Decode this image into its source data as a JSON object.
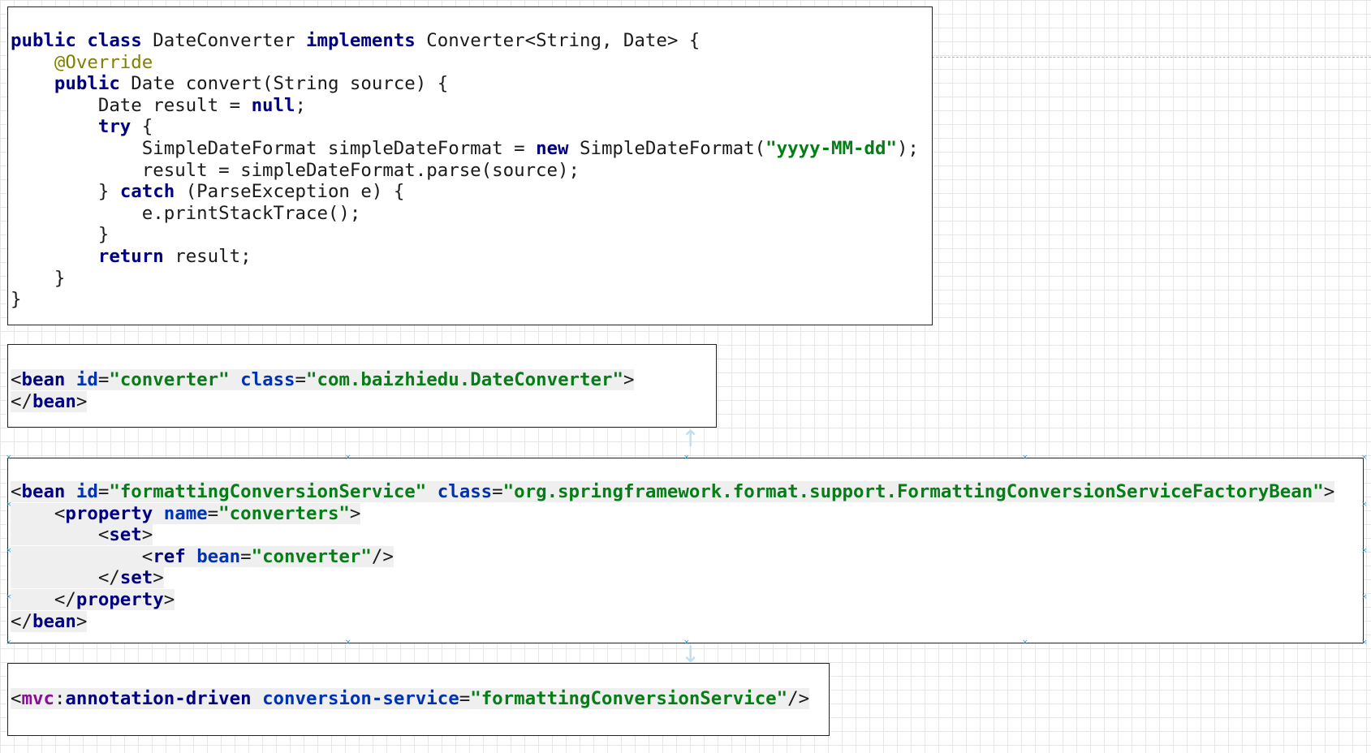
{
  "java_panel": {
    "lines": [
      [
        {
          "t": "public class",
          "c": "kw"
        },
        {
          "t": " DateConverter ",
          "c": "plain"
        },
        {
          "t": "implements",
          "c": "kw"
        },
        {
          "t": " Converter<String, Date> {",
          "c": "plain"
        }
      ],
      [
        {
          "t": "    ",
          "c": "plain"
        },
        {
          "t": "@Override",
          "c": "ann"
        }
      ],
      [
        {
          "t": "    ",
          "c": "plain"
        },
        {
          "t": "public",
          "c": "kw"
        },
        {
          "t": " Date convert(String source) {",
          "c": "plain"
        }
      ],
      [
        {
          "t": "        Date result = ",
          "c": "plain"
        },
        {
          "t": "null",
          "c": "kw"
        },
        {
          "t": ";",
          "c": "plain"
        }
      ],
      [
        {
          "t": "        ",
          "c": "plain"
        },
        {
          "t": "try",
          "c": "kw"
        },
        {
          "t": " {",
          "c": "plain"
        }
      ],
      [
        {
          "t": "            SimpleDateFormat simpleDateFormat = ",
          "c": "plain"
        },
        {
          "t": "new",
          "c": "kw"
        },
        {
          "t": " SimpleDateFormat(",
          "c": "plain"
        },
        {
          "t": "\"yyyy-MM-dd\"",
          "c": "str"
        },
        {
          "t": ");",
          "c": "plain"
        }
      ],
      [
        {
          "t": "            result = simpleDateFormat.parse(source);",
          "c": "plain"
        }
      ],
      [
        {
          "t": "        } ",
          "c": "plain"
        },
        {
          "t": "catch",
          "c": "kw"
        },
        {
          "t": " (ParseException e) {",
          "c": "plain"
        }
      ],
      [
        {
          "t": "            e.printStackTrace();",
          "c": "plain"
        }
      ],
      [
        {
          "t": "        }",
          "c": "plain"
        }
      ],
      [
        {
          "t": "        ",
          "c": "plain"
        },
        {
          "t": "return",
          "c": "kw"
        },
        {
          "t": " result;",
          "c": "plain"
        }
      ],
      [
        {
          "t": "    }",
          "c": "plain"
        }
      ],
      [
        {
          "t": "}",
          "c": "plain"
        }
      ]
    ]
  },
  "bean_panel": {
    "lines": [
      [
        {
          "t": "<",
          "c": "plain"
        },
        {
          "t": "bean",
          "c": "tag"
        },
        {
          "t": " ",
          "c": "plain"
        },
        {
          "t": "id",
          "c": "attr"
        },
        {
          "t": "=",
          "c": "plain"
        },
        {
          "t": "\"converter\"",
          "c": "str"
        },
        {
          "t": " ",
          "c": "plain"
        },
        {
          "t": "class",
          "c": "attr"
        },
        {
          "t": "=",
          "c": "plain"
        },
        {
          "t": "\"com.baizhiedu.DateConverter\"",
          "c": "str"
        },
        {
          "t": ">",
          "c": "plain"
        }
      ],
      [
        {
          "t": "</",
          "c": "plain"
        },
        {
          "t": "bean",
          "c": "tag"
        },
        {
          "t": ">",
          "c": "plain"
        }
      ]
    ]
  },
  "conversion_panel": {
    "lines": [
      [
        {
          "t": "<",
          "c": "plain"
        },
        {
          "t": "bean",
          "c": "tag"
        },
        {
          "t": " ",
          "c": "plain"
        },
        {
          "t": "id",
          "c": "attr"
        },
        {
          "t": "=",
          "c": "plain"
        },
        {
          "t": "\"formattingConversionService\"",
          "c": "str"
        },
        {
          "t": " ",
          "c": "plain"
        },
        {
          "t": "class",
          "c": "attr"
        },
        {
          "t": "=",
          "c": "plain"
        },
        {
          "t": "\"org.springframework.format.support.FormattingConversionServiceFactoryBean\"",
          "c": "str"
        },
        {
          "t": ">",
          "c": "plain"
        }
      ],
      [
        {
          "t": "    <",
          "c": "plain"
        },
        {
          "t": "property",
          "c": "tag"
        },
        {
          "t": " ",
          "c": "plain"
        },
        {
          "t": "name",
          "c": "attr"
        },
        {
          "t": "=",
          "c": "plain"
        },
        {
          "t": "\"converters\"",
          "c": "str"
        },
        {
          "t": ">",
          "c": "plain"
        }
      ],
      [
        {
          "t": "        <",
          "c": "plain"
        },
        {
          "t": "set",
          "c": "tag"
        },
        {
          "t": ">",
          "c": "plain"
        }
      ],
      [
        {
          "t": "            <",
          "c": "plain"
        },
        {
          "t": "ref",
          "c": "tag"
        },
        {
          "t": " ",
          "c": "plain"
        },
        {
          "t": "bean",
          "c": "attr"
        },
        {
          "t": "=",
          "c": "plain"
        },
        {
          "t": "\"converter\"",
          "c": "str"
        },
        {
          "t": "/>",
          "c": "plain"
        }
      ],
      [
        {
          "t": "        </",
          "c": "plain"
        },
        {
          "t": "set",
          "c": "tag"
        },
        {
          "t": ">",
          "c": "plain"
        }
      ],
      [
        {
          "t": "    </",
          "c": "plain"
        },
        {
          "t": "property",
          "c": "tag"
        },
        {
          "t": ">",
          "c": "plain"
        }
      ],
      [
        {
          "t": "</",
          "c": "plain"
        },
        {
          "t": "bean",
          "c": "tag"
        },
        {
          "t": ">",
          "c": "plain"
        }
      ]
    ]
  },
  "mvc_panel": {
    "lines": [
      [
        {
          "t": "<",
          "c": "plain"
        },
        {
          "t": "mvc",
          "c": "ns"
        },
        {
          "t": ":",
          "c": "plain"
        },
        {
          "t": "annotation-driven",
          "c": "tag"
        },
        {
          "t": " ",
          "c": "plain"
        },
        {
          "t": "conversion-service",
          "c": "attr"
        },
        {
          "t": "=",
          "c": "plain"
        },
        {
          "t": "\"formattingConversionService\"",
          "c": "str"
        },
        {
          "t": "/>",
          "c": "plain"
        }
      ]
    ]
  },
  "icons": {
    "arrow_up": "↑",
    "arrow_down": "↓",
    "handle": "×"
  }
}
